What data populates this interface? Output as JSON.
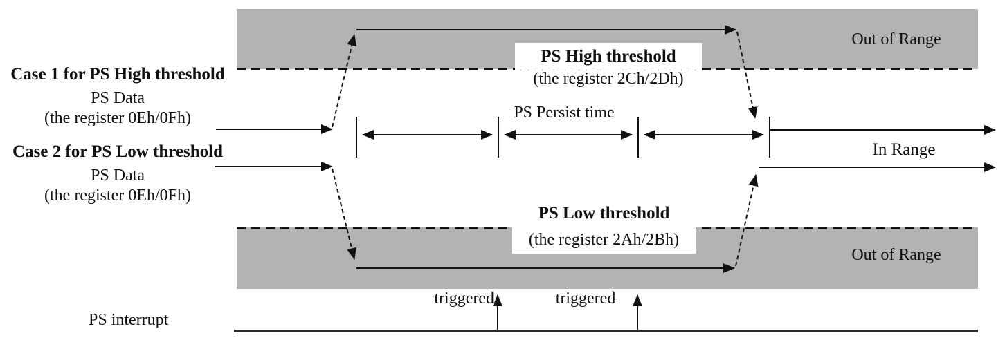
{
  "diagram": {
    "left_labels": {
      "case1_title": "Case 1 for PS High threshold",
      "case1_data": "PS Data",
      "case1_register": "(the register 0Eh/0Fh)",
      "case2_title": "Case 2 for PS Low threshold",
      "case2_data": "PS Data",
      "case2_register": "(the register 0Eh/0Fh)",
      "interrupt_label": "PS interrupt"
    },
    "regions": {
      "out_of_range_top": "Out of Range",
      "out_of_range_bottom": "Out of Range",
      "in_range": "In Range"
    },
    "thresholds": {
      "high_title": "PS High threshold",
      "high_register": "(the register 2Ch/2Dh)",
      "low_title": "PS Low threshold",
      "low_register": "(the register 2Ah/2Bh)"
    },
    "timing": {
      "persist_label": "PS Persist time",
      "triggered_1": "triggered",
      "triggered_2": "triggered"
    },
    "colors": {
      "band_gray": "#b3b3b3",
      "line_black": "#111111"
    }
  }
}
